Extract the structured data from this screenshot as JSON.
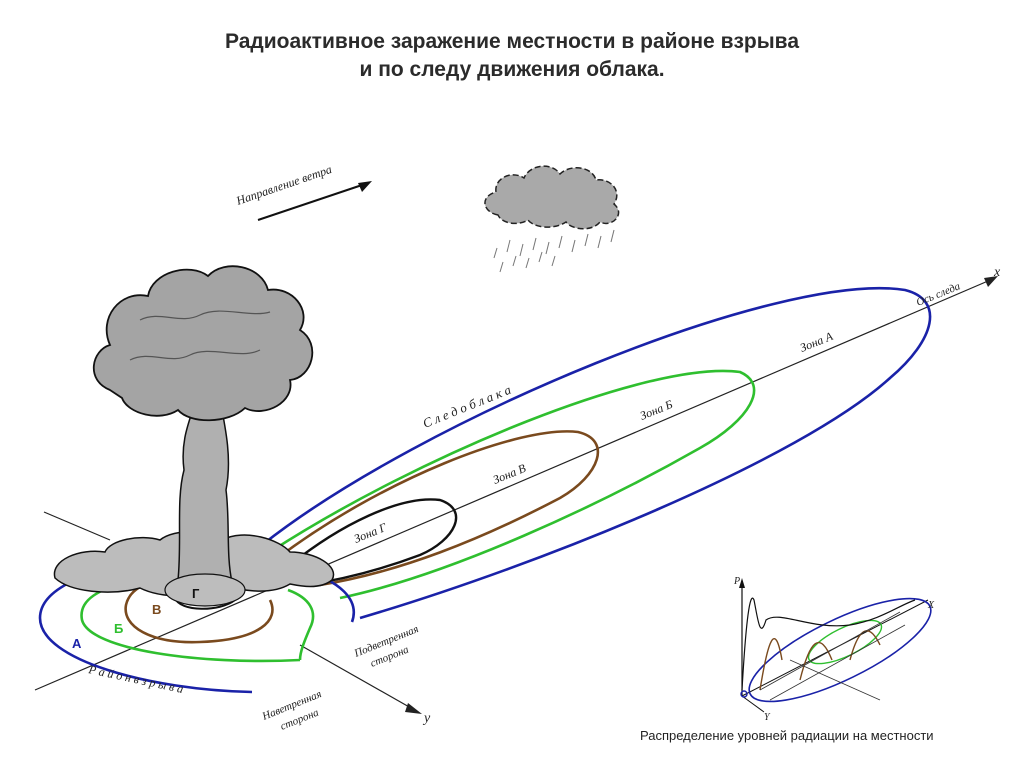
{
  "title": {
    "line1": "Радиоактивное заражение местности в районе взрыва",
    "line2": "и по следу движения облака."
  },
  "labels": {
    "wind_direction": "Направление ветра",
    "cloud_trace": "С л е д   о б л а к а",
    "trace_axis": "Ось следа",
    "axis_x": "x",
    "axis_y": "y",
    "zone_a": "Зона А",
    "zone_b": "Зона Б",
    "zone_v": "Зона В",
    "zone_g": "Зона Г",
    "explosion_area": "Р а й о н   в з р ы в а",
    "leeward_line1": "Подветренная",
    "leeward_line2": "сторона",
    "windward_line1": "Наветренная",
    "windward_line2": "сторона",
    "ring_a": "А",
    "ring_b": "Б",
    "ring_v": "В",
    "ring_g": "Г"
  },
  "inset": {
    "axis_p": "P",
    "axis_x": "X",
    "axis_y": "Y",
    "caption": "Распределение уровней радиации на  местности"
  },
  "colors": {
    "zone_a": "#1a22a8",
    "zone_b": "#2fbf2f",
    "zone_v": "#7a4a1e",
    "zone_g": "#111111",
    "cloud": "#a9a9a9"
  }
}
